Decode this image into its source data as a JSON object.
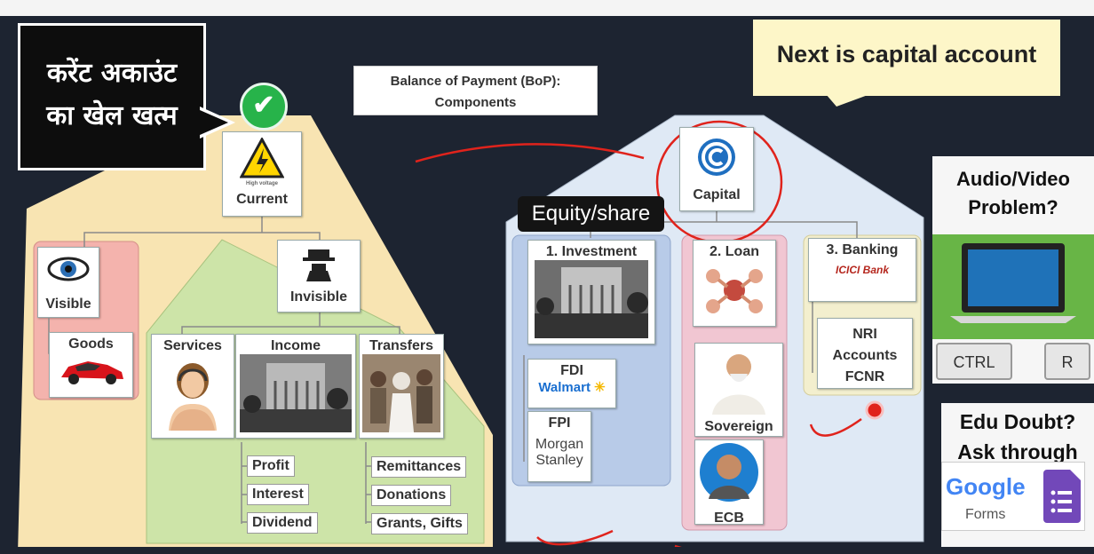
{
  "header": {
    "title_line1": "Balance of Payment (BoP):",
    "title_line2": "Components"
  },
  "callout": {
    "hindi_line1": "करेंट अकाउंट",
    "hindi_line2": "का खेल खत्म",
    "note": "Next is capital account"
  },
  "current": {
    "label": "Current",
    "sign_text": "High voltage",
    "visible": {
      "label": "Visible",
      "goods": "Goods"
    },
    "invisible": {
      "label": "Invisible",
      "services": "Services",
      "income": "Income",
      "transfers": "Transfers",
      "income_items": [
        "Profit",
        "Interest",
        "Dividend"
      ],
      "transfer_items": [
        "Remittances",
        "Donations",
        "Grants, Gifts"
      ]
    }
  },
  "capital": {
    "label": "Capital",
    "equity_tag": "Equity/share",
    "investment": {
      "label": "1. Investment",
      "fdi": "FDI",
      "fdi_brand": "Walmart",
      "fpi": "FPI",
      "fpi_brand_1": "Morgan",
      "fpi_brand_2": "Stanley"
    },
    "loan": {
      "label": "2. Loan",
      "sovereign": "Sovereign",
      "ecb": "ECB"
    },
    "banking": {
      "label": "3. Banking",
      "bank_logo": "ICICI Bank",
      "nri_1": "NRI",
      "nri_2": "Accounts",
      "nri_3": "FCNR"
    }
  },
  "sidebar": {
    "av_line1": "Audio/Video",
    "av_line2": "Problem?",
    "ctrl": "CTRL",
    "r": "R",
    "edu_line1": "Edu Doubt?",
    "edu_line2": "Ask through",
    "google": "Google",
    "forms": "Forms"
  },
  "colors": {
    "background": "#1d2431",
    "current_panel": "#f8e4b2",
    "visible_panel": "#f4b3ad",
    "invisible_panel": "#cde4a8",
    "capital_panel": "#dfe9f5",
    "investment_panel": "#b8cbe8",
    "loan_panel": "#f1c6d2",
    "banking_panel": "#f3efce",
    "annotation_red": "#e0231c"
  }
}
